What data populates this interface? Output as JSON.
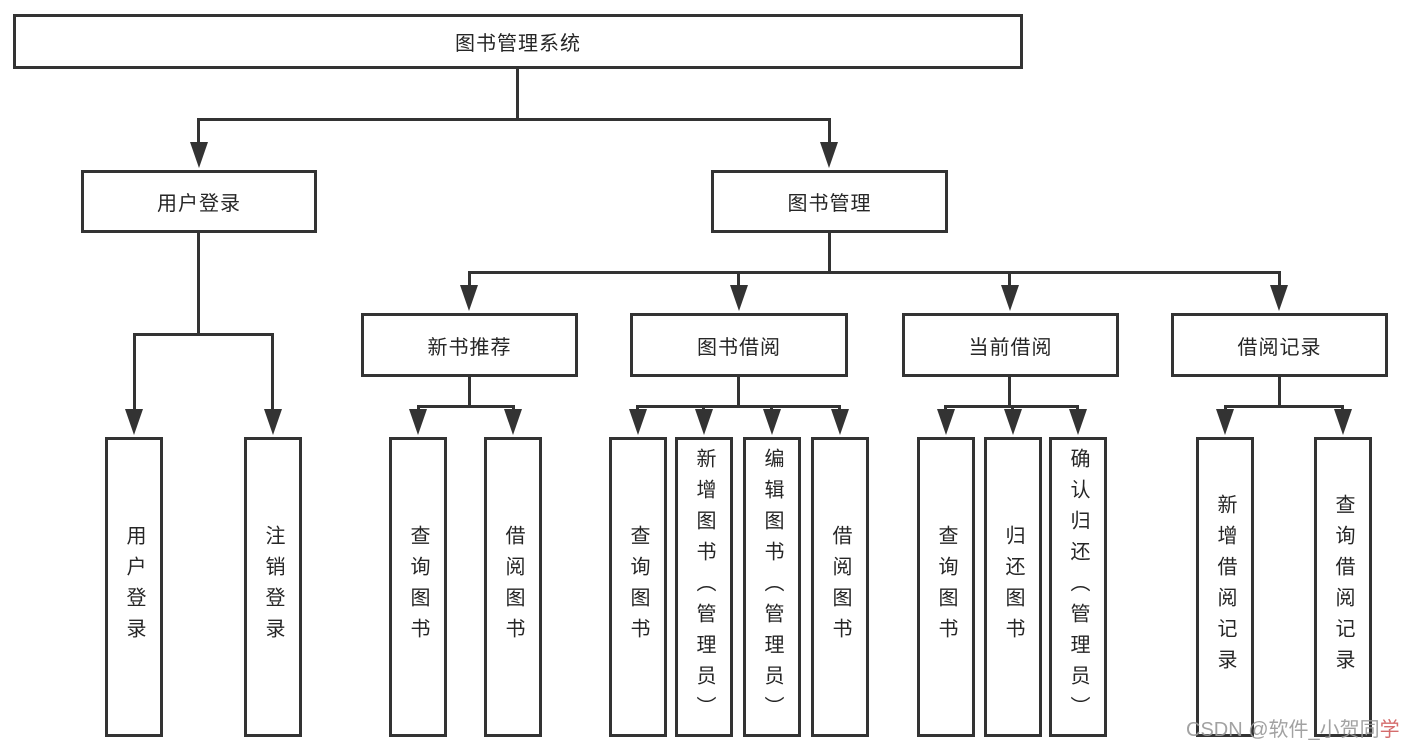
{
  "nodes": {
    "root": "图书管理系统",
    "user_login": "用户登录",
    "book_mgmt": "图书管理",
    "new_rec": "新书推荐",
    "borrow": "图书借阅",
    "current": "当前借阅",
    "records": "借阅记录",
    "leaf_login": "用户登录",
    "leaf_logout": "注销登录",
    "rec_query": "查询图书",
    "rec_borrow": "借阅图书",
    "bor_query": "查询图书",
    "bor_add": "新增图书（管理员）",
    "bor_edit": "编辑图书（管理员）",
    "bor_borrow": "借阅图书",
    "cur_query": "查询图书",
    "cur_return": "归还图书",
    "cur_confirm": "确认归还（管理员）",
    "recd_add": "新增借阅记录",
    "recd_query": "查询借阅记录"
  },
  "watermark": {
    "text": "CSDN @软件_小贺同",
    "accent": "学"
  },
  "colors": {
    "line": "#333333",
    "text": "#262626",
    "background": "#ffffff",
    "watermark": "#9a9a9a",
    "watermark_accent": "#cf5c5c"
  }
}
